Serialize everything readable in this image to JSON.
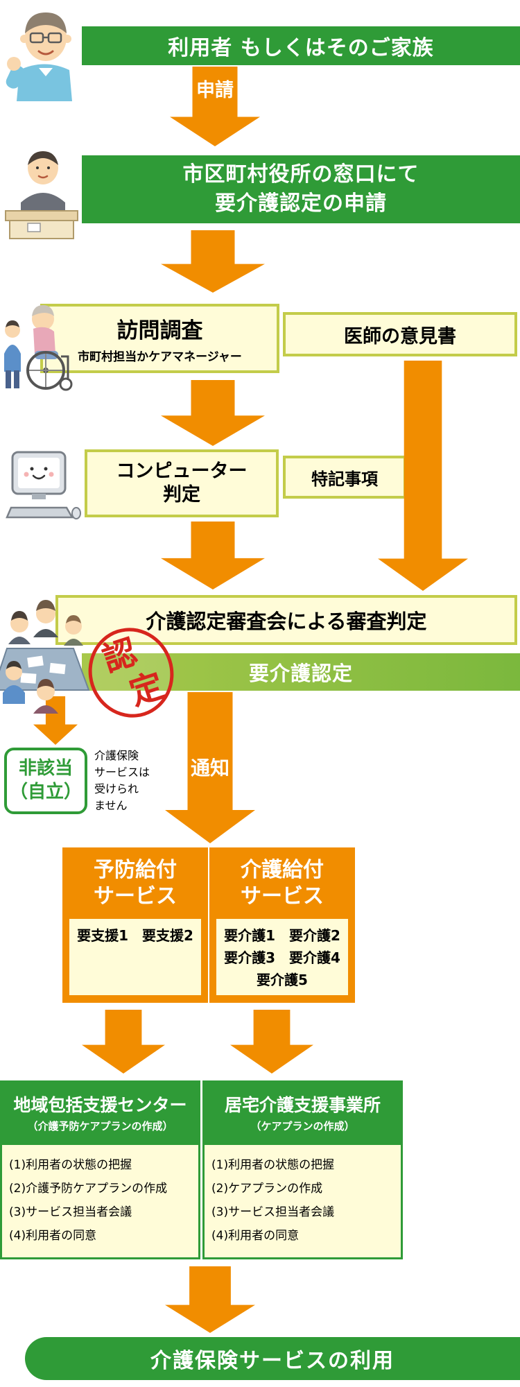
{
  "palette": {
    "green": "#2f9b37",
    "light_green_gradient": [
      "#a8c84b",
      "#7bb83d"
    ],
    "orange": "#f18d00",
    "cream": "#fffcd8",
    "olive_border": "#c3cc4a",
    "stamp_red": "#d7261d"
  },
  "illustrations": [
    "waving-man-illustration",
    "clerk-counter-illustration",
    "wheelchair-visit-illustration",
    "smiling-computer-illustration",
    "review-meeting-illustration"
  ],
  "top": {
    "user_banner": "利用者 もしくはそのご家族",
    "apply_arrow": "申請",
    "office_line1": "市区町村役所の窓口にて",
    "office_line2": "要介護認定の申請"
  },
  "survey": {
    "visit_title": "訪問調査",
    "visit_subtitle": "市町村担当かケアマネージャー",
    "doctor_note": "医師の意見書",
    "computer_line1": "コンピューター",
    "computer_line2": "判定",
    "special_notes": "特記事項"
  },
  "judgement": {
    "review_board": "介護認定審査会による審査判定",
    "certification": "要介護認定",
    "stamp_char1": "認",
    "stamp_char2": "定",
    "not_applicable_line1": "非該当",
    "not_applicable_line2": "（自立）",
    "not_applicable_note": "介護保険\nサービスは\n受けられ\nません",
    "notice_arrow": "通知"
  },
  "services": {
    "prevention": {
      "title_line1": "予防給付",
      "title_line2": "サービス",
      "levels": "要支援1　要支援2"
    },
    "care": {
      "title_line1": "介護給付",
      "title_line2": "サービス",
      "levels": "要介護1　要介護2\n要介護3　要介護4\n要介護5"
    }
  },
  "planning": {
    "left": {
      "title": "地域包括支援センター",
      "subtitle": "（介護予防ケアプランの作成）",
      "items": [
        "(1)利用者の状態の把握",
        "(2)介護予防ケアプランの作成",
        "(3)サービス担当者会議",
        "(4)利用者の同意"
      ]
    },
    "right": {
      "title": "居宅介護支援事業所",
      "subtitle": "（ケアプランの作成）",
      "items": [
        "(1)利用者の状態の把握",
        "(2)ケアプランの作成",
        "(3)サービス担当者会議",
        "(4)利用者の同意"
      ]
    }
  },
  "footer": {
    "banner": "介護保険サービスの利用"
  }
}
